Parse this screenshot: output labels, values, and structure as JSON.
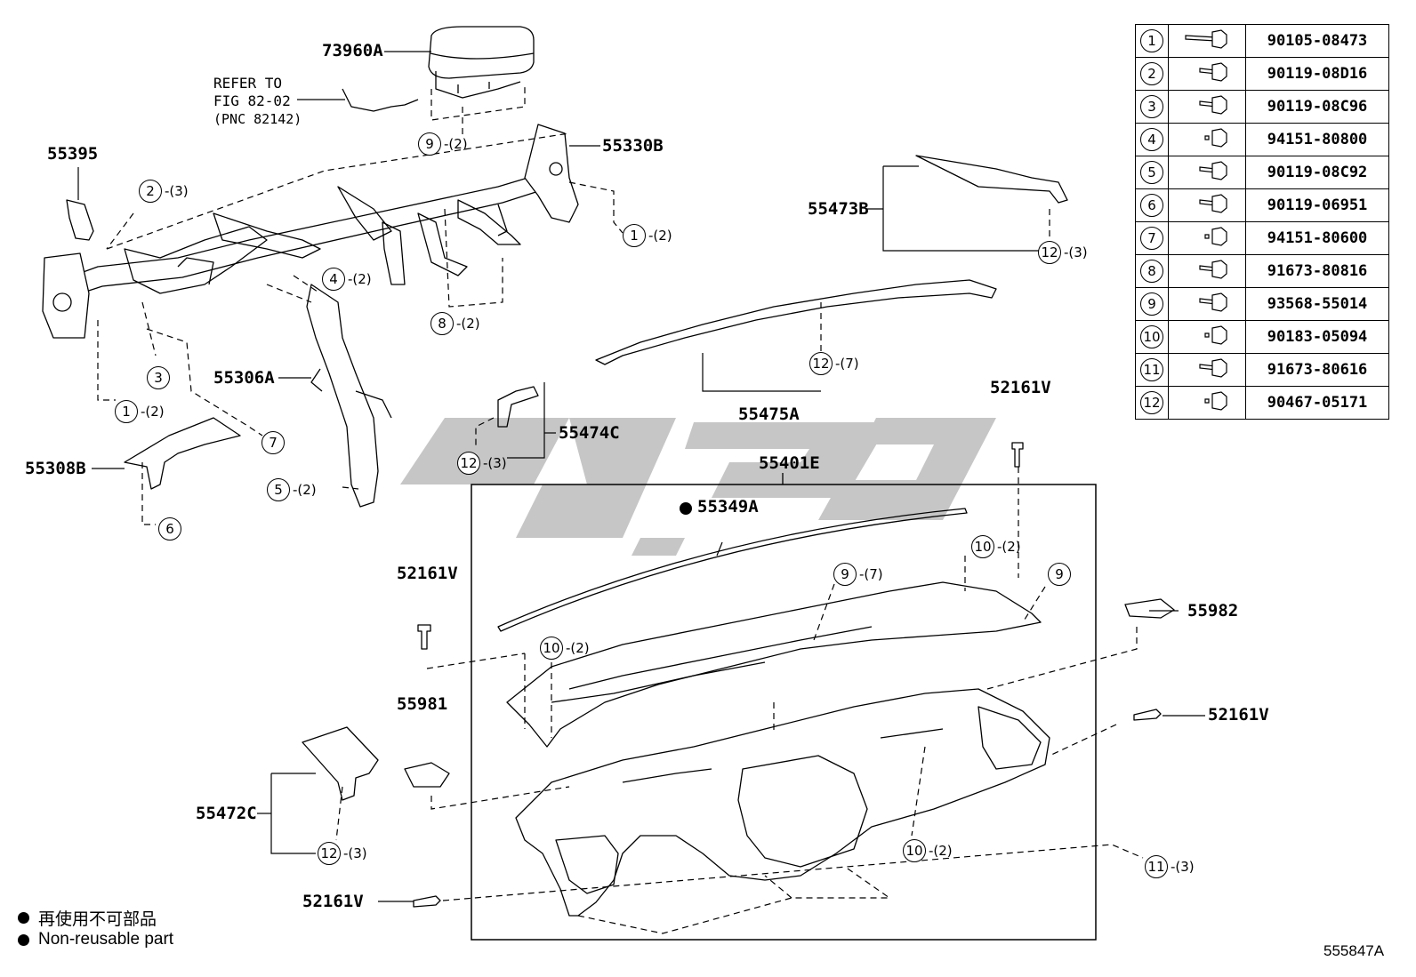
{
  "parts": {
    "p73960A": "73960A",
    "p55395": "55395",
    "p55330B": "55330B",
    "p55473B": "55473B",
    "p55306A": "55306A",
    "p55308B": "55308B",
    "p55474C": "55474C",
    "p55475A": "55475A",
    "p52161V_top": "52161V",
    "p55401E": "55401E",
    "p55349A": "55349A",
    "p52161V_left": "52161V",
    "p55982": "55982",
    "p55981": "55981",
    "p52161V_right": "52161V",
    "p55472C": "55472C",
    "p52161V_bottom": "52161V"
  },
  "refer": {
    "line1": "REFER TO",
    "line2": "FIG 82-02",
    "line3": "(PNC 82142)"
  },
  "callouts": [
    {
      "num": "9",
      "qty": "-(2)"
    },
    {
      "num": "2",
      "qty": "-(3)"
    },
    {
      "num": "1",
      "qty": "-(2)"
    },
    {
      "num": "12",
      "qty": "-(3)"
    },
    {
      "num": "4",
      "qty": "-(2)"
    },
    {
      "num": "8",
      "qty": "-(2)"
    },
    {
      "num": "3",
      "qty": ""
    },
    {
      "num": "12",
      "qty": "-(7)"
    },
    {
      "num": "1",
      "qty": "-(2)"
    },
    {
      "num": "7",
      "qty": ""
    },
    {
      "num": "12",
      "qty": "-(3)"
    },
    {
      "num": "5",
      "qty": "-(2)"
    },
    {
      "num": "6",
      "qty": ""
    },
    {
      "num": "10",
      "qty": "-(2)"
    },
    {
      "num": "9",
      "qty": "-(7)"
    },
    {
      "num": "9",
      "qty": ""
    },
    {
      "num": "10",
      "qty": "-(2)"
    },
    {
      "num": "12",
      "qty": "-(3)"
    },
    {
      "num": "10",
      "qty": "-(2)"
    },
    {
      "num": "11",
      "qty": "-(3)"
    }
  ],
  "fasteners": [
    {
      "num": "1",
      "part": "90105-08473"
    },
    {
      "num": "2",
      "part": "90119-08D16"
    },
    {
      "num": "3",
      "part": "90119-08C96"
    },
    {
      "num": "4",
      "part": "94151-80800"
    },
    {
      "num": "5",
      "part": "90119-08C92"
    },
    {
      "num": "6",
      "part": "90119-06951"
    },
    {
      "num": "7",
      "part": "94151-80600"
    },
    {
      "num": "8",
      "part": "91673-80816"
    },
    {
      "num": "9",
      "part": "93568-55014"
    },
    {
      "num": "10",
      "part": "90183-05094"
    },
    {
      "num": "11",
      "part": "91673-80616"
    },
    {
      "num": "12",
      "part": "90467-05171"
    }
  ],
  "legend": {
    "cn": "再使用不可部品",
    "en": "Non-reusable part"
  },
  "figure_id": "555847A",
  "colors": {
    "line": "#000000",
    "watermark": "#c4c4c4"
  }
}
